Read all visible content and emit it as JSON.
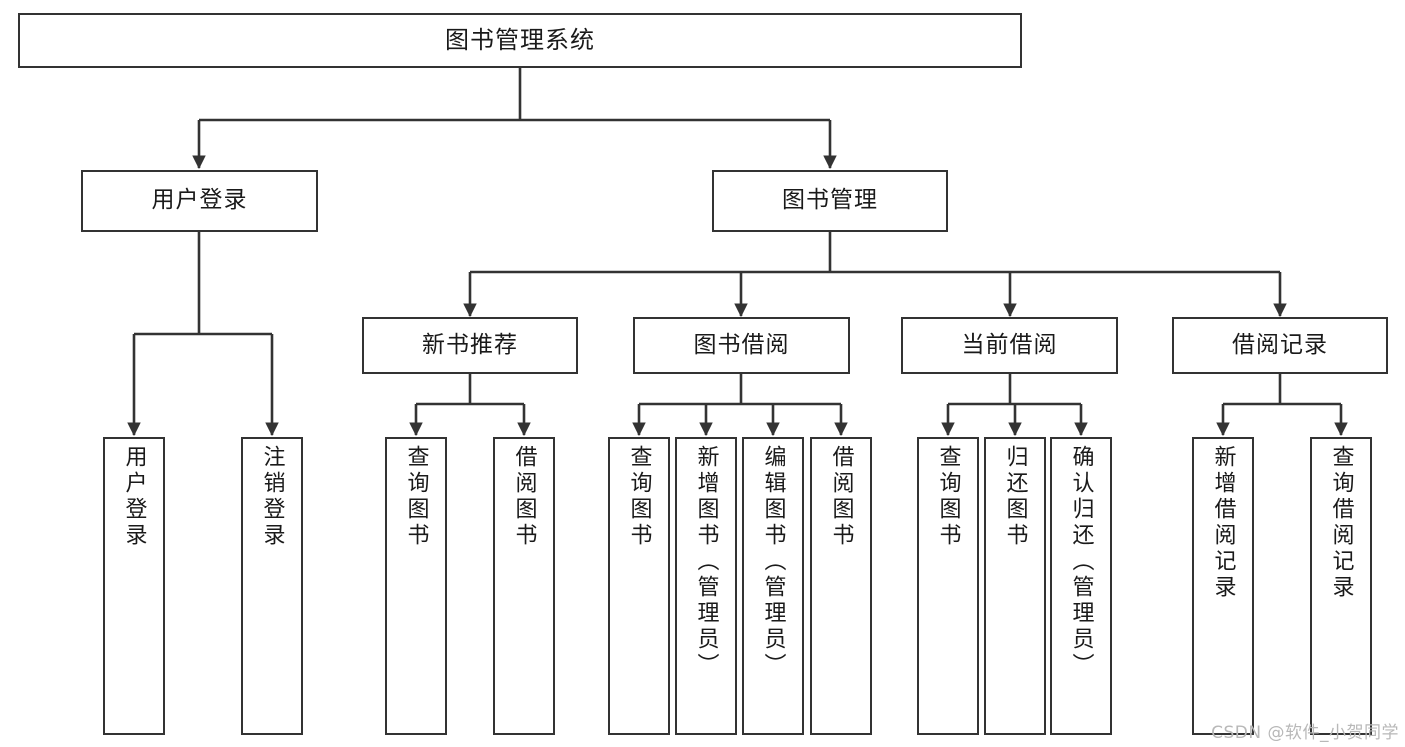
{
  "diagram": {
    "title": "图书管理系统",
    "type": "tree-hierarchy-diagram",
    "colors": {
      "box_border": "#333333",
      "box_fill": "#ffffff",
      "connector": "#333333",
      "text": "#1a1a1a",
      "watermark": "#b8b8b8"
    },
    "root": {
      "label": "图书管理系统"
    },
    "level2": [
      {
        "label": "用户登录"
      },
      {
        "label": "图书管理"
      }
    ],
    "level3": [
      {
        "label": "新书推荐"
      },
      {
        "label": "图书借阅"
      },
      {
        "label": "当前借阅"
      },
      {
        "label": "借阅记录"
      }
    ],
    "leaves": {
      "user_login": [
        {
          "label": "用户登录"
        },
        {
          "label": "注销登录"
        }
      ],
      "new_book_recommend": [
        {
          "label": "查询图书"
        },
        {
          "label": "借阅图书"
        }
      ],
      "book_borrow": [
        {
          "label": "查询图书"
        },
        {
          "label": "新增图书（管理员）"
        },
        {
          "label": "编辑图书（管理员）"
        },
        {
          "label": "借阅图书"
        }
      ],
      "current_borrow": [
        {
          "label": "查询图书"
        },
        {
          "label": "归还图书"
        },
        {
          "label": "确认归还（管理员）"
        }
      ],
      "borrow_record": [
        {
          "label": "新增借阅记录"
        },
        {
          "label": "查询借阅记录"
        }
      ]
    }
  },
  "watermark": {
    "text": "CSDN @软件_小贺同学"
  }
}
